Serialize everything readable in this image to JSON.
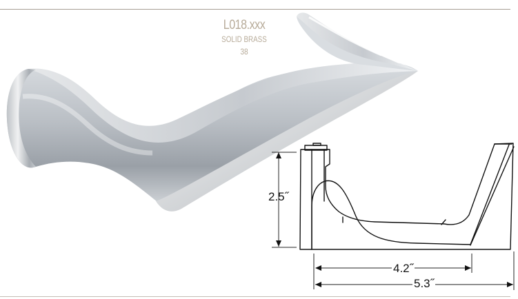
{
  "product": {
    "code": "L018.xxx",
    "material": "SOLID BRASS",
    "number": "38"
  },
  "dimensions": {
    "height": "2.5˝",
    "inner_length": "4.2˝",
    "overall_length": "5.3˝"
  },
  "colors": {
    "label_text": "#b7ab99",
    "top_rule": "#a79d92",
    "drawing_line": "#111111",
    "lever_finish": "#bfc4c9"
  }
}
